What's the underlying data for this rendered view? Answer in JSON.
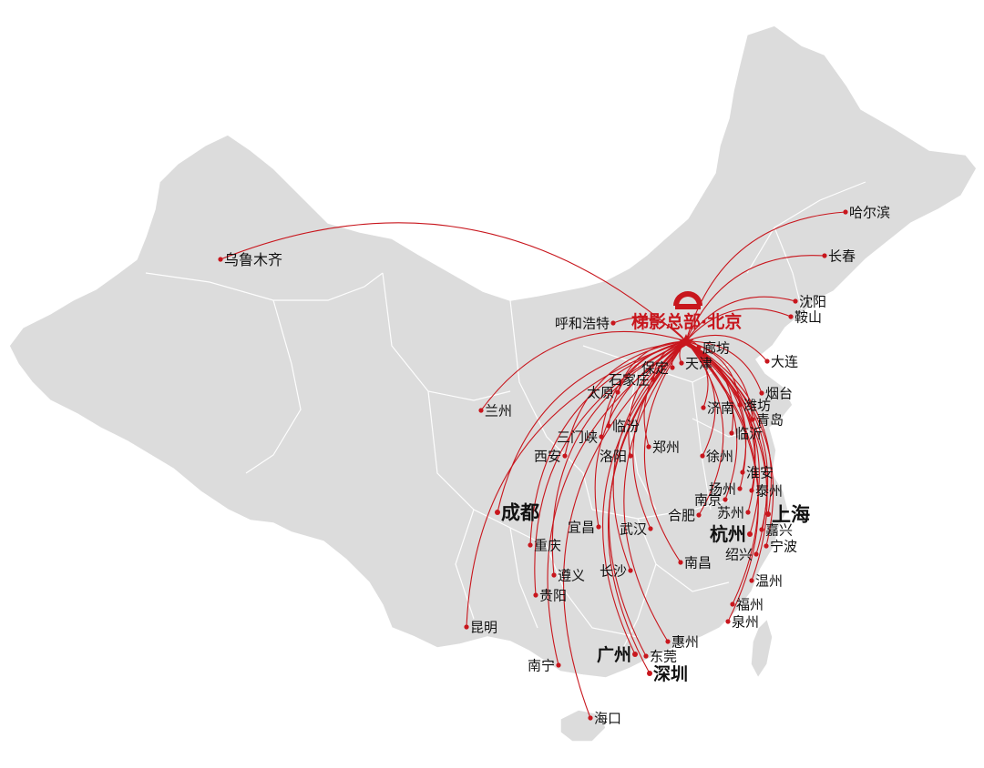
{
  "map": {
    "headquarters": {
      "label": "梯影总部·北京",
      "logo": "tiying-logo-icon"
    },
    "colors": {
      "route": "#c8161d",
      "land": "#dcdcdc",
      "border": "#ffffff",
      "major_label": "#111111"
    },
    "cities": [
      {
        "id": "wulumuqi",
        "name": "乌鲁木齐"
      },
      {
        "id": "haerbin",
        "name": "哈尔滨"
      },
      {
        "id": "changchun",
        "name": "长春"
      },
      {
        "id": "shenyang",
        "name": "沈阳"
      },
      {
        "id": "anshan",
        "name": "鞍山"
      },
      {
        "id": "huhehaote",
        "name": "呼和浩特"
      },
      {
        "id": "langfang",
        "name": "廊坊"
      },
      {
        "id": "baoding",
        "name": "保定"
      },
      {
        "id": "tianjin",
        "name": "天津"
      },
      {
        "id": "dalian",
        "name": "大连"
      },
      {
        "id": "shijiazhuang",
        "name": "石家庄"
      },
      {
        "id": "taiyuan",
        "name": "太原"
      },
      {
        "id": "yantai",
        "name": "烟台"
      },
      {
        "id": "jinan",
        "name": "济南"
      },
      {
        "id": "weifang",
        "name": "潍坊"
      },
      {
        "id": "qingdao",
        "name": "青岛"
      },
      {
        "id": "lanzhou",
        "name": "兰州"
      },
      {
        "id": "linfen",
        "name": "临汾"
      },
      {
        "id": "linyi",
        "name": "临沂"
      },
      {
        "id": "sanmenxia",
        "name": "三门峡"
      },
      {
        "id": "zhengzhou",
        "name": "郑州"
      },
      {
        "id": "xian",
        "name": "西安"
      },
      {
        "id": "luoyang",
        "name": "洛阳"
      },
      {
        "id": "xuzhou",
        "name": "徐州"
      },
      {
        "id": "huaian",
        "name": "淮安"
      },
      {
        "id": "yangzhou",
        "name": "扬州"
      },
      {
        "id": "taizhou",
        "name": "泰州"
      },
      {
        "id": "nanjing",
        "name": "南京"
      },
      {
        "id": "chengdu",
        "name": "成都"
      },
      {
        "id": "suzhou",
        "name": "苏州"
      },
      {
        "id": "shanghai",
        "name": "上海"
      },
      {
        "id": "yichang",
        "name": "宜昌"
      },
      {
        "id": "wuhan",
        "name": "武汉"
      },
      {
        "id": "hefei",
        "name": "合肥"
      },
      {
        "id": "hangzhou",
        "name": "杭州"
      },
      {
        "id": "jiaxing",
        "name": "嘉兴"
      },
      {
        "id": "chongqing",
        "name": "重庆"
      },
      {
        "id": "ningbo",
        "name": "宁波"
      },
      {
        "id": "shaoxing",
        "name": "绍兴"
      },
      {
        "id": "nanchang",
        "name": "南昌"
      },
      {
        "id": "zunyi",
        "name": "遵义"
      },
      {
        "id": "changsha",
        "name": "长沙"
      },
      {
        "id": "wenzhou",
        "name": "温州"
      },
      {
        "id": "guiyang",
        "name": "贵阳"
      },
      {
        "id": "fuzhou",
        "name": "福州"
      },
      {
        "id": "quanzhou",
        "name": "泉州"
      },
      {
        "id": "kunming",
        "name": "昆明"
      },
      {
        "id": "huizhou",
        "name": "惠州"
      },
      {
        "id": "guangzhou",
        "name": "广州"
      },
      {
        "id": "dongguan",
        "name": "东莞"
      },
      {
        "id": "nanning",
        "name": "南宁"
      },
      {
        "id": "shenzhen",
        "name": "深圳"
      },
      {
        "id": "haikou",
        "name": "海口"
      }
    ]
  }
}
